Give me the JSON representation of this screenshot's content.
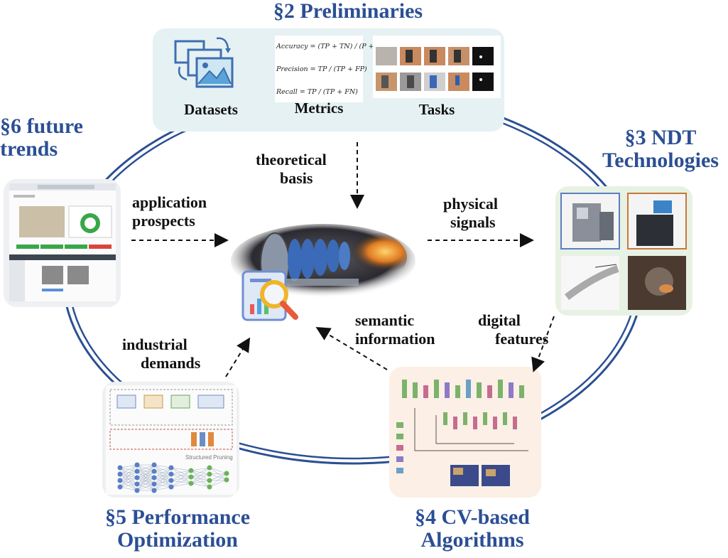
{
  "sections": {
    "s2": "§2 Preliminaries",
    "s3_line1": "§3 NDT",
    "s3_line2": "Technologies",
    "s4_line1": "§4 CV-based",
    "s4_line2": "Algorithms",
    "s5_line1": "§5 Performance",
    "s5_line2": "Optimization",
    "s6_line1": "§6 future",
    "s6_line2": "trends"
  },
  "preliminaries": {
    "datasets": "Datasets",
    "metrics": "Metrics",
    "tasks": "Tasks",
    "formulas": {
      "accuracy": "Accuracy = (TP + TN) / (P + N)",
      "precision": "Precision = TP / (TP + FP)",
      "recall": "Recall = TP / (TP + FN)"
    }
  },
  "flows": {
    "theoretical_1": "theoretical",
    "theoretical_2": "basis",
    "physical_1": "physical",
    "physical_2": "signals",
    "digital_1": "digital",
    "digital_2": "features",
    "semantic_1": "semantic",
    "semantic_2": "information",
    "industrial_1": "industrial",
    "industrial_2": "demands",
    "application_1": "application",
    "application_2": "prospects"
  },
  "thumb_text": {
    "pruning": "Structured Pruning"
  },
  "colors": {
    "section_title": "#2b4f94",
    "ring": "#2b4f94",
    "prelim_bg": "#e6f1f3",
    "ndt_bg": "#e7f1e4",
    "cv_bg": "#fcefe6",
    "perf_bg": "#eef0f1",
    "future_bg": "#eef0f3"
  },
  "icons": [
    "dataset-gallery-icon",
    "report-magnifier-icon",
    "turbine-engine-image"
  ]
}
